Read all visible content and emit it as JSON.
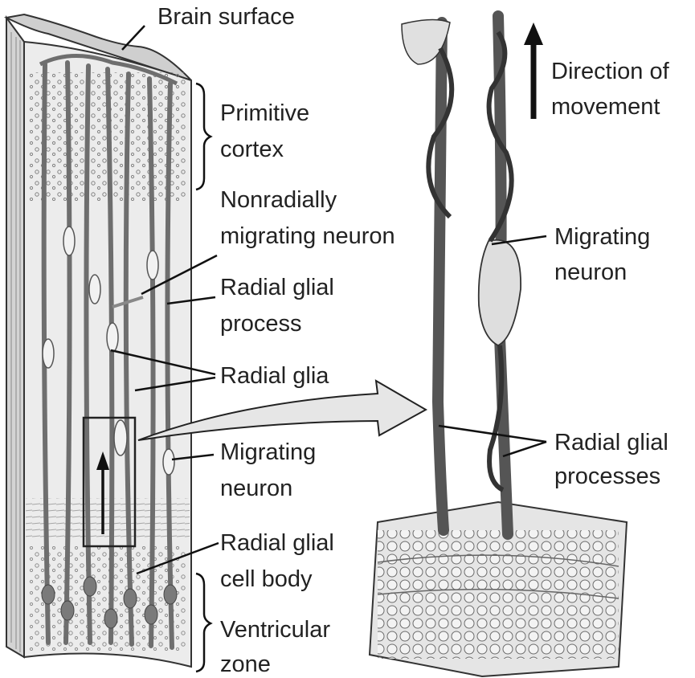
{
  "labels": {
    "brain_surface": "Brain surface",
    "primitive_cortex": [
      "Primitive",
      "cortex"
    ],
    "nonradially_migrating_neuron": [
      "Nonradially",
      "migrating neuron"
    ],
    "radial_glial_process": [
      "Radial glial",
      "process"
    ],
    "radial_glia": "Radial glia",
    "migrating_neuron_left": [
      "Migrating",
      "neuron"
    ],
    "radial_glial_cell_body": [
      "Radial glial",
      "cell body"
    ],
    "ventricular_zone": [
      "Ventricular",
      "zone"
    ],
    "direction_of_movement": [
      "Direction of",
      "movement"
    ],
    "migrating_neuron_right": [
      "Migrating",
      "neuron"
    ],
    "radial_glial_processes": [
      "Radial glial",
      "processes"
    ]
  },
  "colors": {
    "tissue": "#e8e8e8",
    "tissue_dark": "#bdbdbd",
    "glia_fiber": "#6e6e6e",
    "neuron": "#d9d9d9",
    "ink": "#222222"
  }
}
